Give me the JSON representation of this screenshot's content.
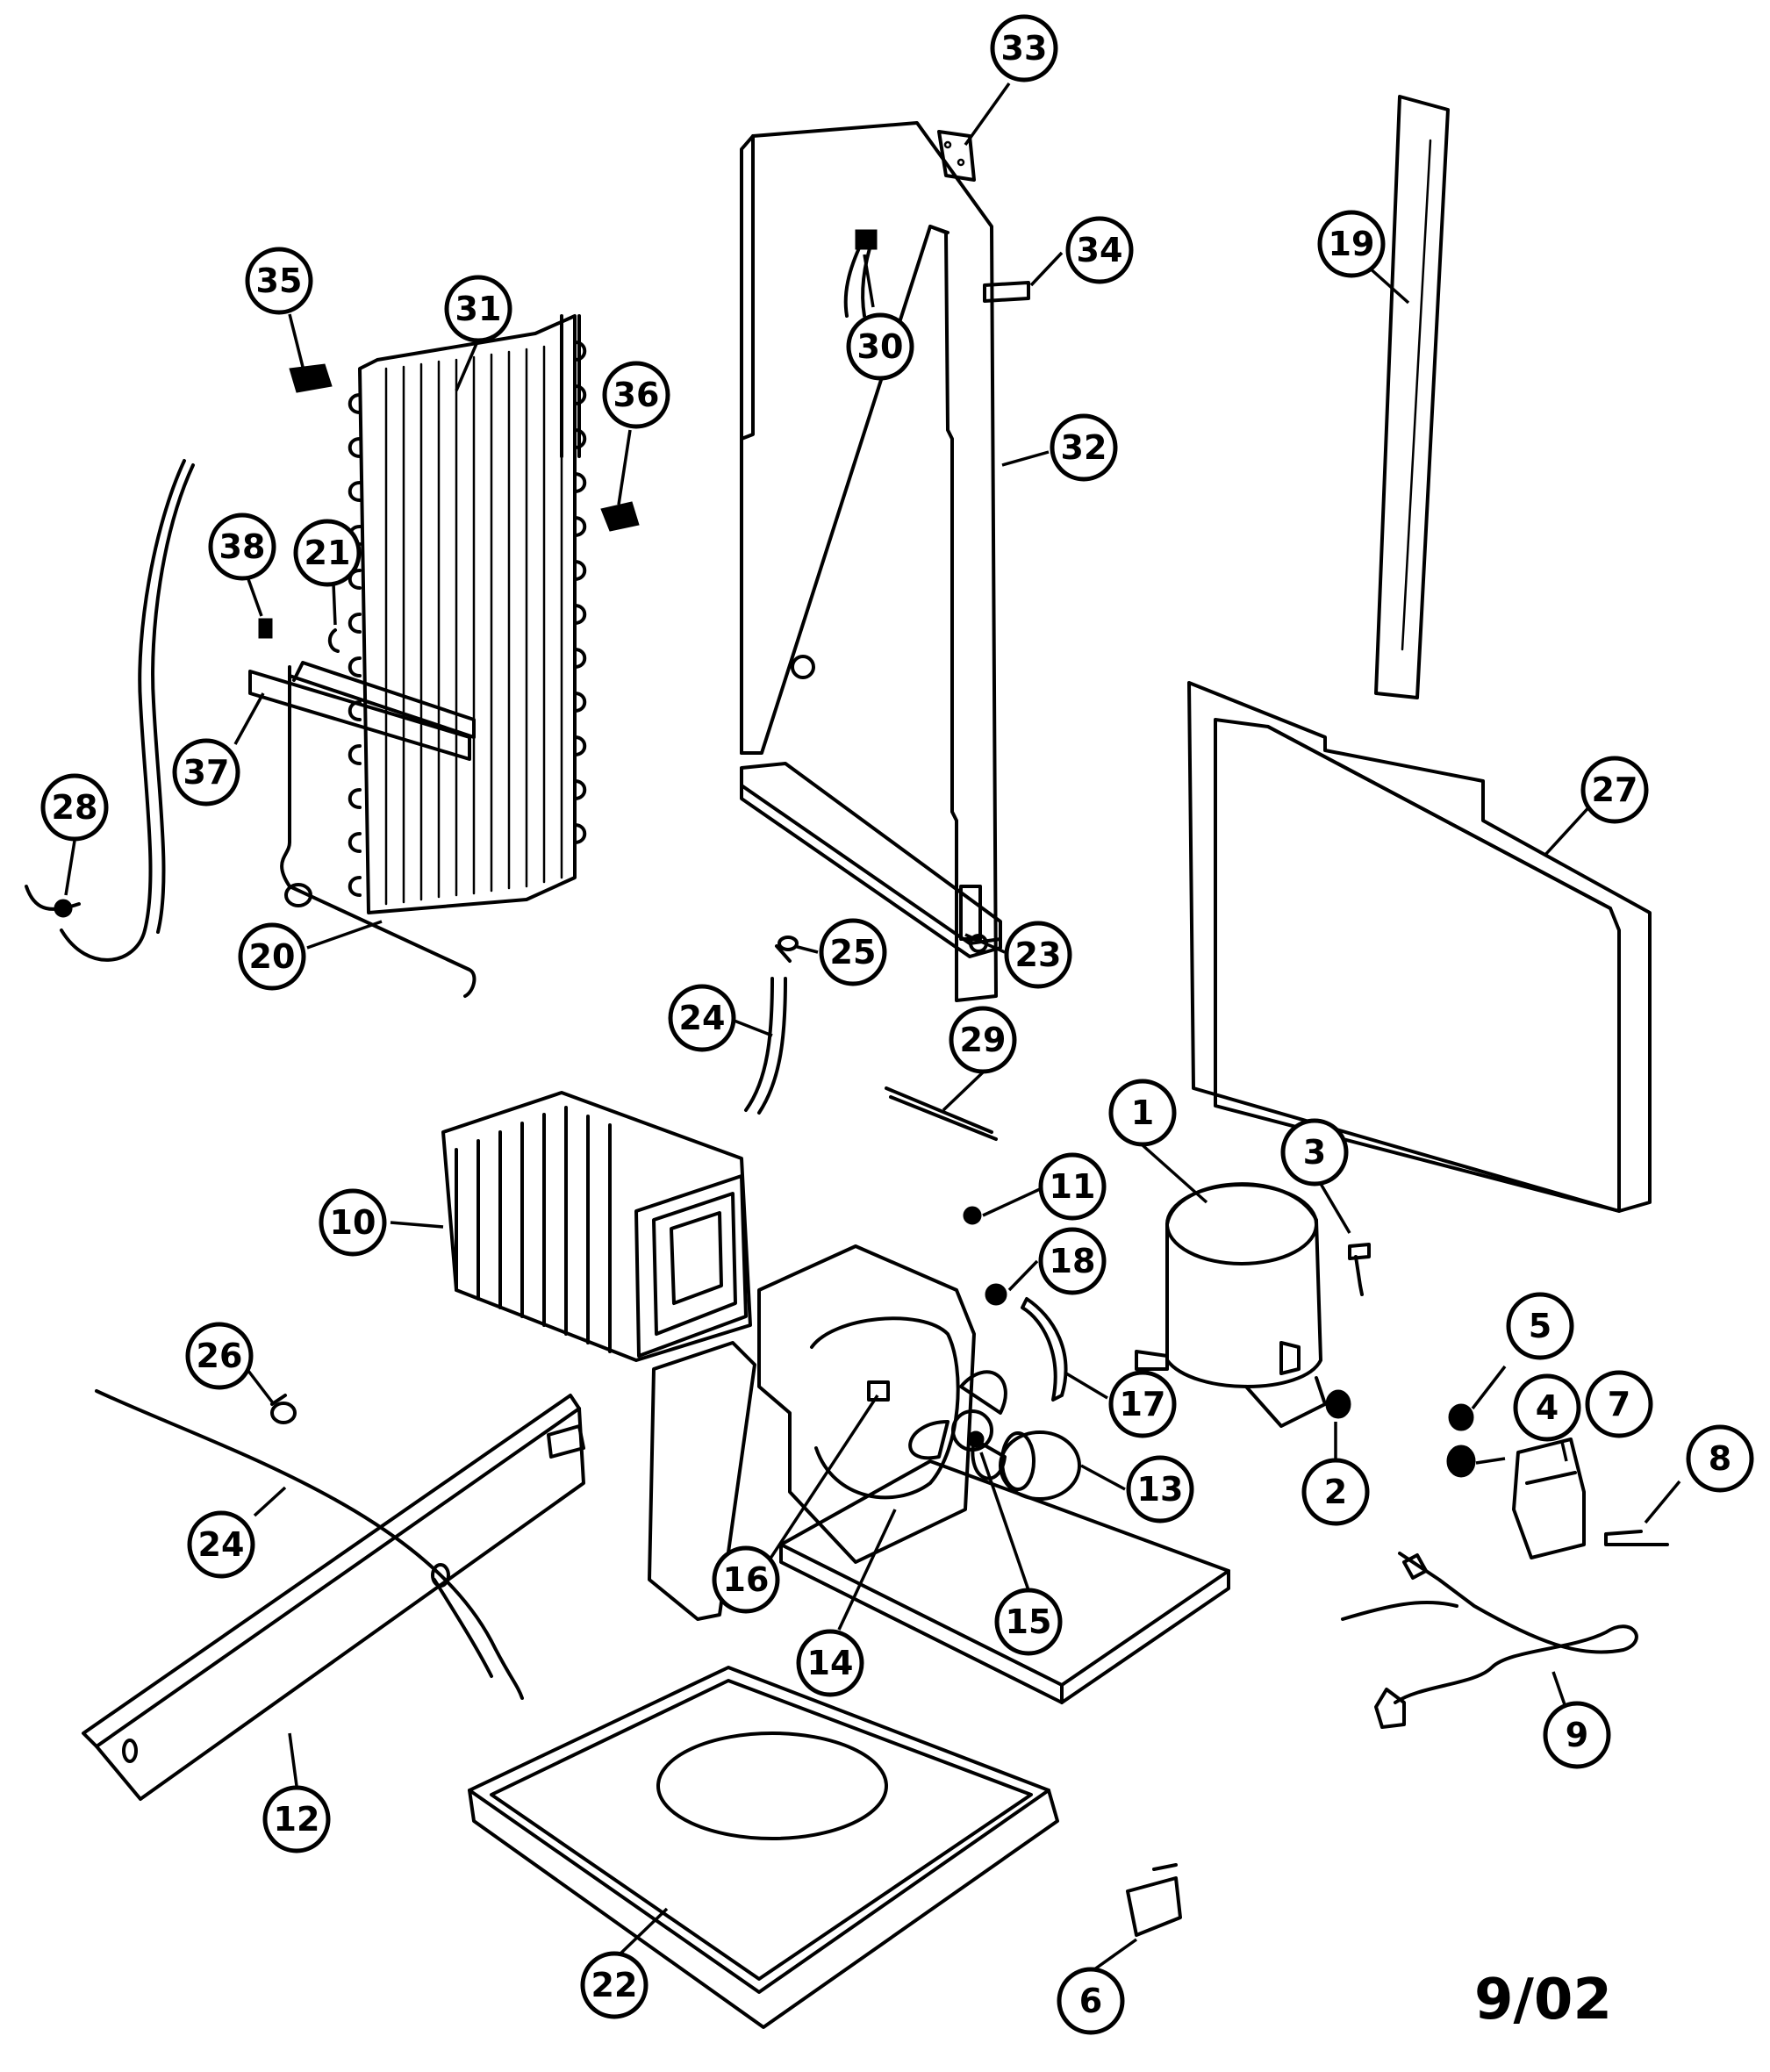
{
  "revision": "9/02",
  "callouts": [
    {
      "label": "1"
    },
    {
      "label": "2"
    },
    {
      "label": "3"
    },
    {
      "label": "4"
    },
    {
      "label": "5"
    },
    {
      "label": "6"
    },
    {
      "label": "7"
    },
    {
      "label": "8"
    },
    {
      "label": "9"
    },
    {
      "label": "10"
    },
    {
      "label": "11"
    },
    {
      "label": "12"
    },
    {
      "label": "13"
    },
    {
      "label": "14"
    },
    {
      "label": "15"
    },
    {
      "label": "16"
    },
    {
      "label": "17"
    },
    {
      "label": "18"
    },
    {
      "label": "19"
    },
    {
      "label": "20"
    },
    {
      "label": "21"
    },
    {
      "label": "22"
    },
    {
      "label": "23"
    },
    {
      "label": "24"
    },
    {
      "label": "24"
    },
    {
      "label": "25"
    },
    {
      "label": "26"
    },
    {
      "label": "27"
    },
    {
      "label": "28"
    },
    {
      "label": "29"
    },
    {
      "label": "30"
    },
    {
      "label": "31"
    },
    {
      "label": "32"
    },
    {
      "label": "33"
    },
    {
      "label": "34"
    },
    {
      "label": "35"
    },
    {
      "label": "36"
    },
    {
      "label": "37"
    },
    {
      "label": "38"
    }
  ]
}
